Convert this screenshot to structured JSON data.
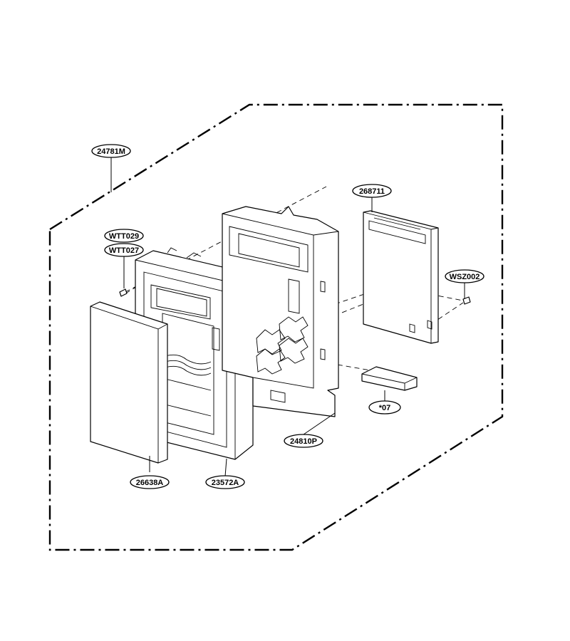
{
  "labels": {
    "assembly": "24781M",
    "screw_a": "WTT029",
    "screw_b": "WTT027",
    "pcb": "268711",
    "pcb_screw": "WSZ002",
    "cover_sheet": "26638A",
    "frame": "23572A",
    "holder": "24810P",
    "pad": "*07"
  }
}
